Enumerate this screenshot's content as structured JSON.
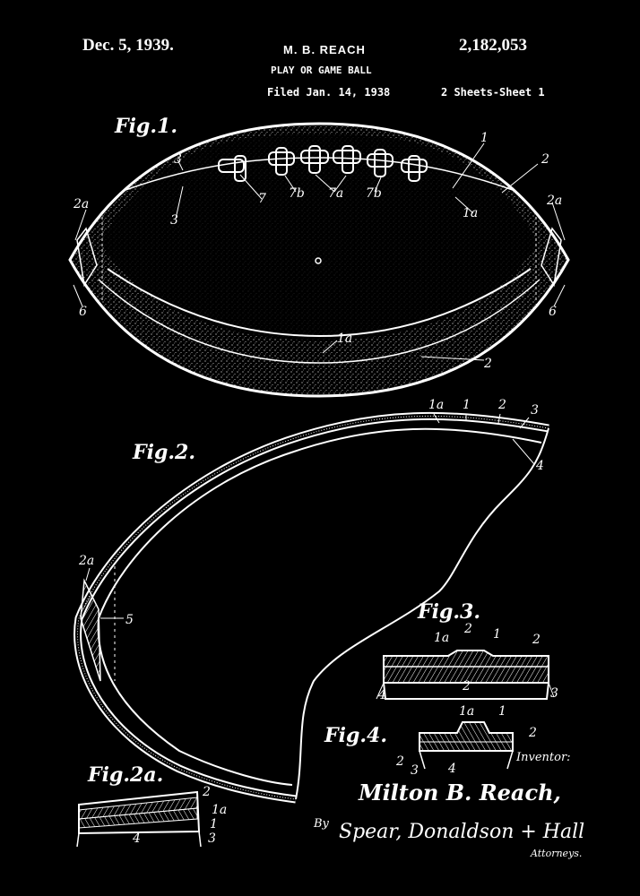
{
  "header": {
    "date": "Dec. 5, 1939.",
    "inventor_name": "M. B. REACH",
    "patent_number": "2,182,053",
    "title": "PLAY OR GAME BALL",
    "filed": "Filed Jan. 14, 1938",
    "sheets": "2 Sheets-Sheet 1"
  },
  "figures": {
    "fig1": "Fig.1.",
    "fig2": "Fig.2.",
    "fig2a": "Fig.2a.",
    "fig3": "Fig.3.",
    "fig4": "Fig.4."
  },
  "refs": {
    "fig1": [
      "1",
      "2",
      "2a",
      "2a",
      "3",
      "3",
      "7",
      "7b",
      "7a",
      "7b",
      "1a",
      "6",
      "6",
      "1a",
      "2"
    ],
    "fig2": [
      "1a",
      "1",
      "2",
      "3",
      "4",
      "2a",
      "5"
    ],
    "fig2a": [
      "2",
      "1a",
      "1",
      "3",
      "4"
    ],
    "fig3": [
      "1a",
      "2",
      "1",
      "2",
      "4",
      "2",
      "3"
    ],
    "fig4": [
      "1a",
      "1",
      "2",
      "2",
      "3",
      "4"
    ]
  },
  "signature": {
    "inventor_label": "Inventor:",
    "inventor": "Milton B. Reach,",
    "by": "By",
    "attorneys_signature": "Spear, Donaldson + Hall",
    "attorneys_label": "Attorneys."
  },
  "colors": {
    "background": "#000000",
    "ink": "#ffffff"
  }
}
